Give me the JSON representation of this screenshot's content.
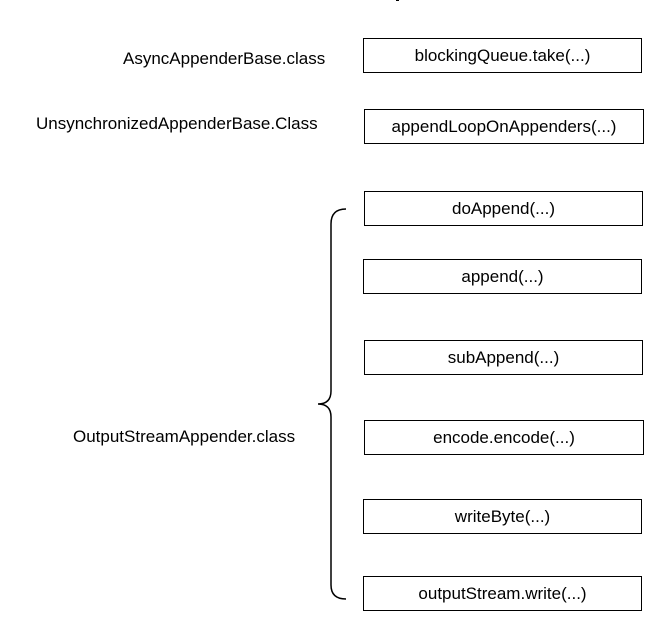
{
  "labels": {
    "async": "AsyncAppenderBase.class",
    "unsync": "UnsynchronizedAppenderBase.Class",
    "output": "OutputStreamAppender.class"
  },
  "boxes": [
    "blockingQueue.take(...)",
    "appendLoopOnAppenders(...)",
    "doAppend(...)",
    "append(...)",
    "subAppend(...)",
    "encode.encode(...)",
    "writeByte(...)",
    "outputStream.write(...)"
  ]
}
